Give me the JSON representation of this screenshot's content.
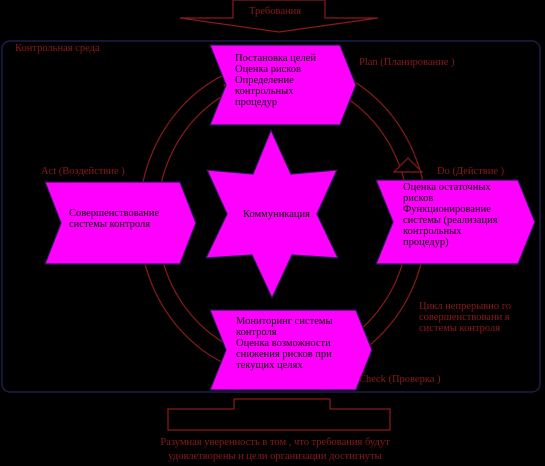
{
  "top_input": "Требования",
  "environment_label": "Контрольная среда",
  "plan": {
    "label": "Plan (Планирование )",
    "lines": [
      "Постановка целей",
      "Оценка рисков",
      "Определение",
      "контрольных",
      "процедур"
    ]
  },
  "do": {
    "label": "Do (Действие )",
    "lines": [
      "Оценка остаточных",
      "рисков",
      "Функционирование",
      "системы (реализация",
      "контрольных",
      "процедур)"
    ]
  },
  "check": {
    "label": "Check (Проверка )",
    "lines": [
      "Мониторинг системы",
      "контроля",
      "Оценка возможности",
      "снижения рисков при",
      "текущих целях"
    ]
  },
  "act": {
    "label": "Act (Воздействие )",
    "lines": [
      "Совершенствование",
      "системы контроля"
    ]
  },
  "center": "Коммуникация",
  "cycle_note": [
    "Цикл непрерывно го",
    "совершенствовани я",
    "системы контроля"
  ],
  "bottom_output": [
    "Разумная уверенность в том , что требования будут",
    "удовлетворены и цели организации достигнуты"
  ],
  "colors": {
    "background": "#000000",
    "box_fill": "#ff00ff",
    "accent": "#8b1a1a",
    "outline": "#1e1e4a"
  }
}
